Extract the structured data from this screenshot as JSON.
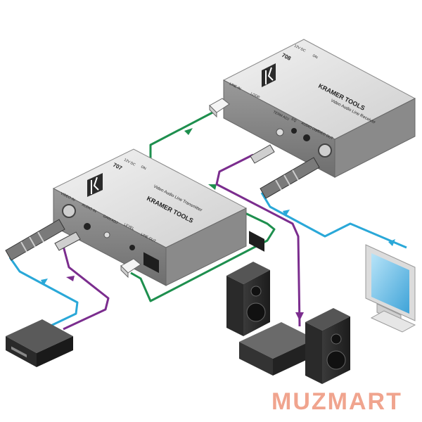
{
  "watermark": "MUZMART",
  "devices": {
    "transmitter": {
      "model": "707",
      "brand": "KRAMER TOOLS",
      "product": "Video Audio Line Transmitter",
      "labels": [
        "VIDEO IN",
        "AUDIO IN",
        "GAIN ADJ",
        "LEVEL",
        "LINE OUT",
        "12V DC",
        "ON"
      ]
    },
    "receiver": {
      "model": "708",
      "brand": "KRAMER TOOLS",
      "product": "Video Audio Line Receiver",
      "labels": [
        "LINE IN",
        "LOOP",
        "TERM ADJ",
        "EQ",
        "VIDEO OUT",
        "AUDIO OUT",
        "12V DC",
        "ON"
      ]
    }
  },
  "colors": {
    "video": "#2aa8d8",
    "audio": "#7b2d8e",
    "line": "#1e8f4e",
    "watermark": "#f0a48e"
  }
}
